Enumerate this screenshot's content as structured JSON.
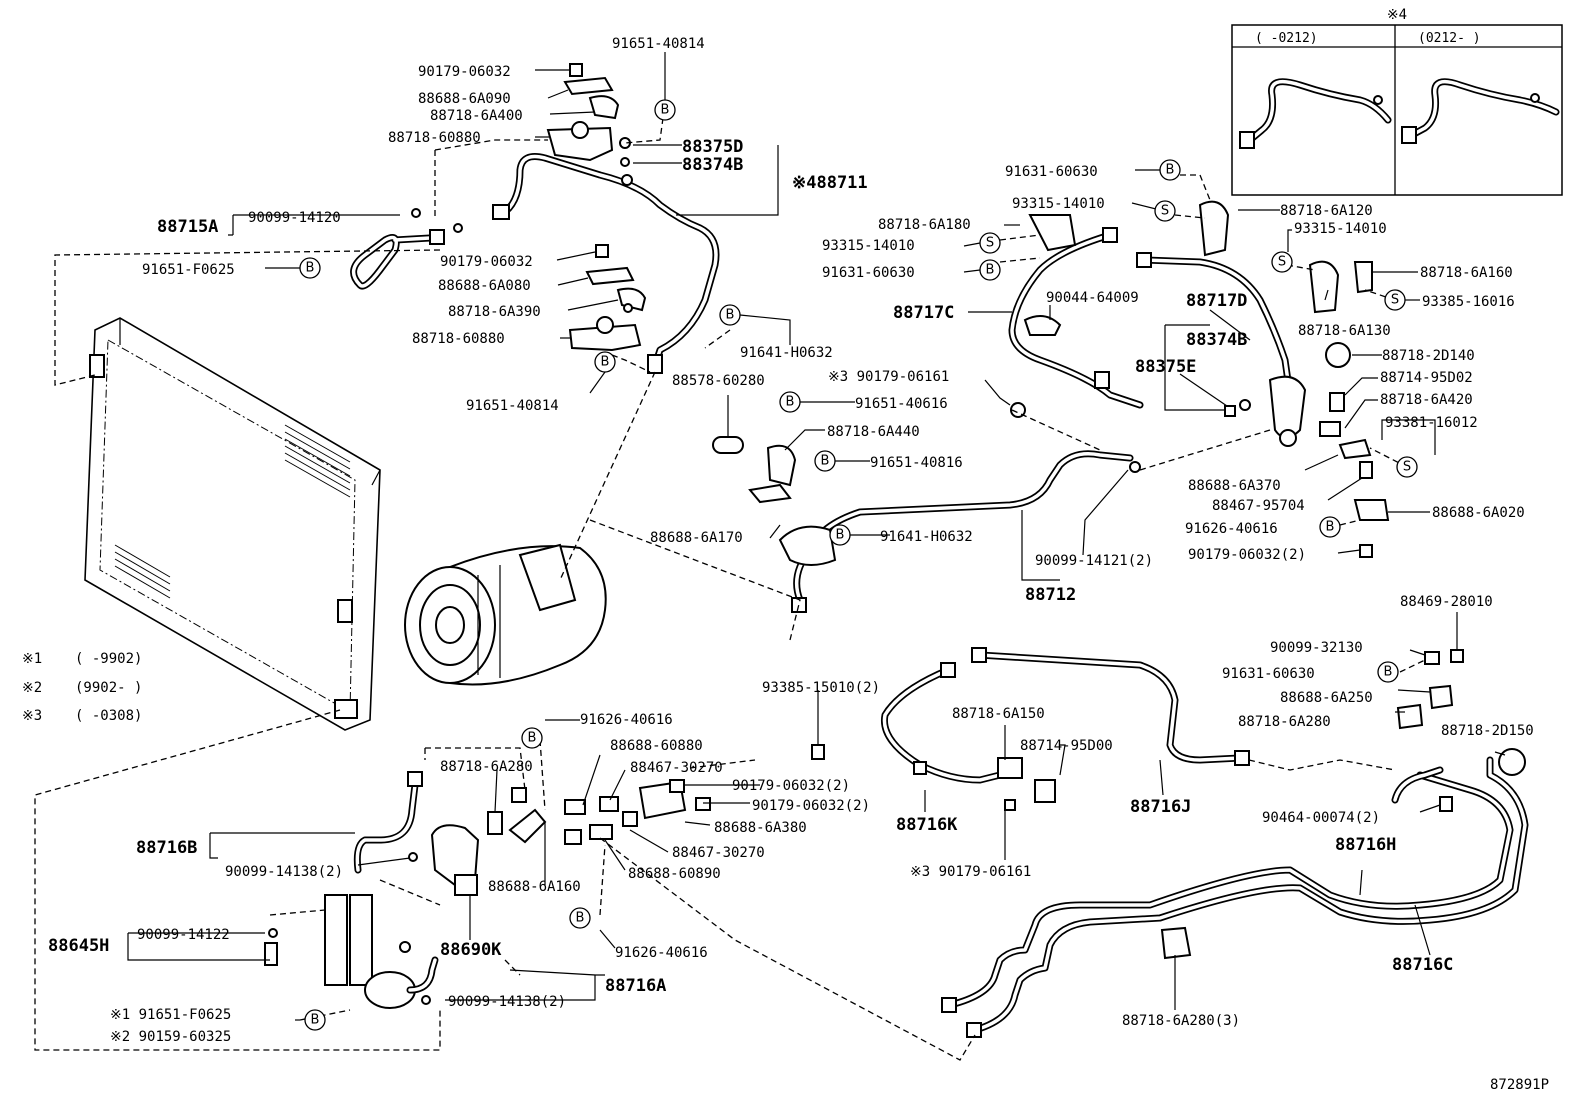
{
  "diagram_code": "872891P",
  "notes": {
    "n1": {
      "mark": "※1",
      "range": "(      -9902)"
    },
    "n2": {
      "mark": "※2",
      "range": "(9902-      )"
    },
    "n3": {
      "mark": "※3",
      "range": "(      -0308)"
    }
  },
  "inset": {
    "mark": "※4",
    "left_header": "(      -0212)",
    "right_header": "(0212-      )"
  },
  "symbols": {
    "bolt": "B",
    "screw": "S"
  },
  "labels": {
    "l_91651_40814_top": "91651-40814",
    "l_90179_06032_top": "90179-06032",
    "l_88688_6A090": "88688-6A090",
    "l_88718_6A400": "88718-6A400",
    "l_88718_60880_top": "88718-60880",
    "l_88375D": "88375D",
    "l_88374B_top": "88374B",
    "l_488711": "※488711",
    "l_88715A": "88715A",
    "l_90099_14120": "90099-14120",
    "l_91651_F0625_top": "91651-F0625",
    "l_90179_06032_mid": "90179-06032",
    "l_88688_6A080": "88688-6A080",
    "l_88718_6A390": "88718-6A390",
    "l_88718_60880_mid": "88718-60880",
    "l_91651_40814_mid": "91651-40814",
    "l_91641_H0632_top": "91641-H0632",
    "l_88578_60280": "88578-60280",
    "l_91651_40616": "91651-40616",
    "l_88718_6A440": "88718-6A440",
    "l_91651_40816": "91651-40816",
    "l_88688_6A170": "88688-6A170",
    "l_91641_H0632_bot": "91641-H0632",
    "l_88712": "88712",
    "l_90099_14121": "90099-14121(2)",
    "l_n3_90179_06161_top": "※3 90179-06161",
    "l_91631_60630_top": "91631-60630",
    "l_93315_14010_a": "93315-14010",
    "l_88718_6A180": "88718-6A180",
    "l_93315_14010_b": "93315-14010",
    "l_91631_60630_mid": "91631-60630",
    "l_88717C": "88717C",
    "l_90044_64009": "90044-64009",
    "l_88717D": "88717D",
    "l_88374B_right": "88374B",
    "l_88375E": "88375E",
    "l_88718_6A120": "88718-6A120",
    "l_93315_14010_c": "93315-14010",
    "l_88718_6A160": "88718-6A160",
    "l_93385_16016": "93385-16016",
    "l_88718_6A130": "88718-6A130",
    "l_88718_2D140": "88718-2D140",
    "l_88714_95D02": "88714-95D02",
    "l_88718_6A420": "88718-6A420",
    "l_93381_16012": "93381-16012",
    "l_88688_6A370": "88688-6A370",
    "l_88467_95704": "88467-95704",
    "l_91626_40616_right": "91626-40616",
    "l_88688_6A020": "88688-6A020",
    "l_90179_06032_r2": "90179-06032(2)",
    "l_88469_28010": "88469-28010",
    "l_90099_32130": "90099-32130",
    "l_91631_60630_bot": "91631-60630",
    "l_88688_6A250": "88688-6A250",
    "l_88718_6A280_right": "88718-6A280",
    "l_88718_2D150": "88718-2D150",
    "l_90464_00074": "90464-00074(2)",
    "l_88716H": "88716H",
    "l_88716C": "88716C",
    "l_88718_6A280_3": "88718-6A280(3)",
    "l_93385_15010": "93385-15010(2)",
    "l_88718_6A150": "88718-6A150",
    "l_88714_95D00": "88714-95D00",
    "l_88716K": "88716K",
    "l_88716J": "88716J",
    "l_n3_90179_06161_bot": "※3 90179-06161",
    "l_91626_40616_top": "91626-40616",
    "l_88688_60880": "88688-60880",
    "l_88718_6A280_left": "88718-6A280",
    "l_88467_30270_a": "88467-30270",
    "l_90179_06032_2a": "90179-06032(2)",
    "l_90179_06032_2b": "90179-06032(2)",
    "l_88688_6A380": "88688-6A380",
    "l_88467_30270_b": "88467-30270",
    "l_88688_60890": "88688-60890",
    "l_88716B": "88716B",
    "l_90099_14138_2a": "90099-14138(2)",
    "l_88688_6A160": "88688-6A160",
    "l_88645H": "88645H",
    "l_90099_14122": "90099-14122",
    "l_88690K": "88690K",
    "l_91626_40616_bot": "91626-40616",
    "l_88716A": "88716A",
    "l_90099_14138_2b": "90099-14138(2)",
    "l_n1_91651_F0625": "※1 91651-F0625",
    "l_n2_90159_60325": "※2 90159-60325"
  }
}
